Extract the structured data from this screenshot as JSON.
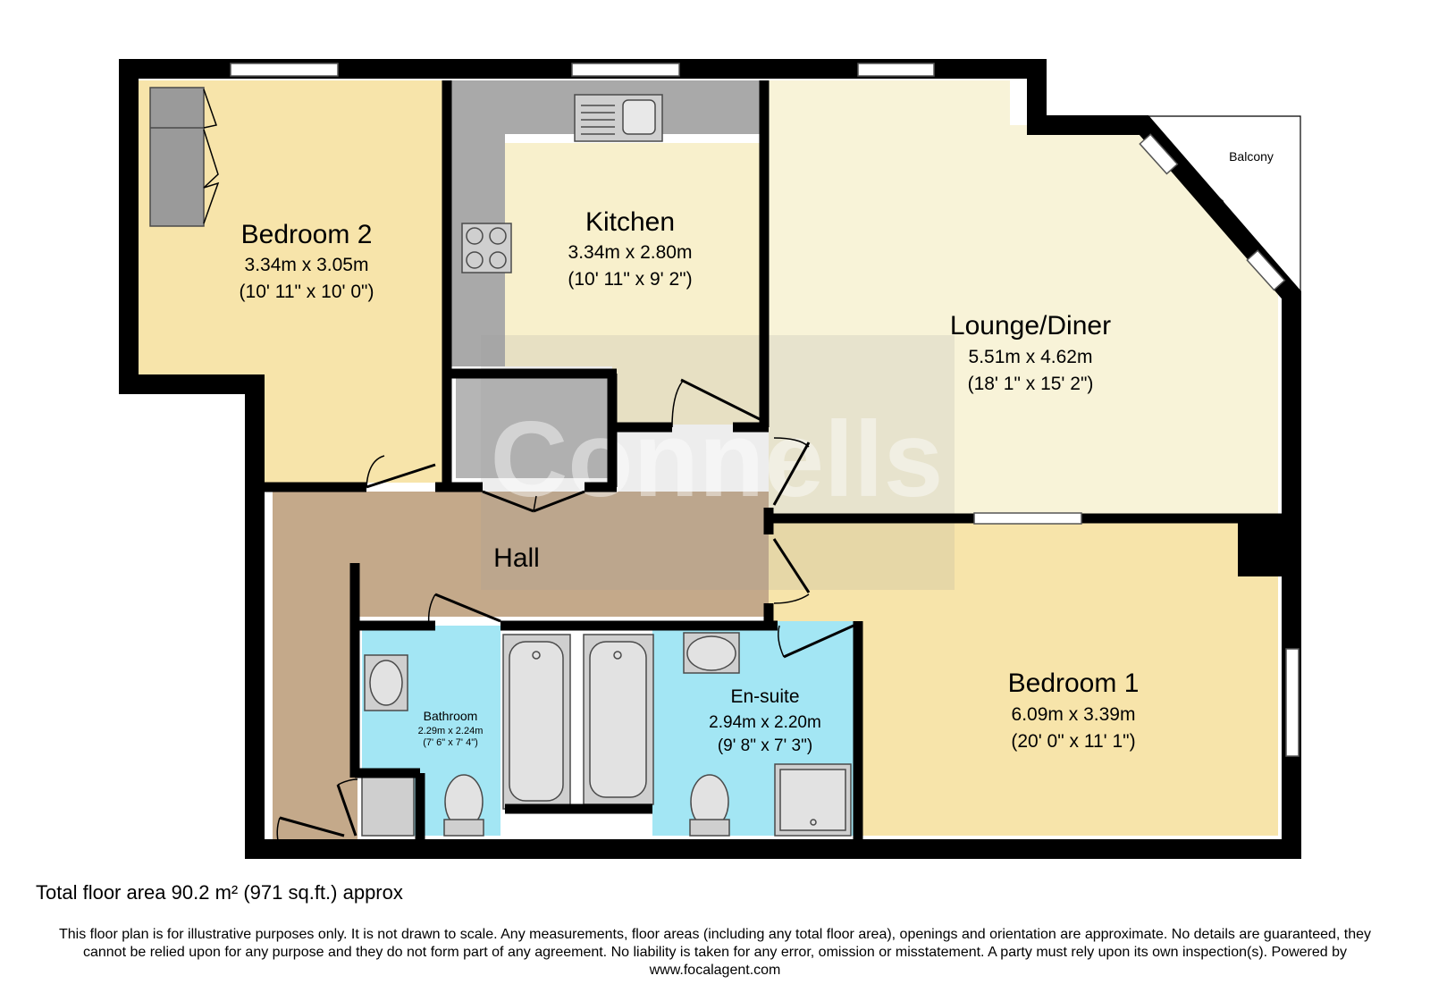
{
  "rooms": {
    "bedroom2": {
      "name": "Bedroom 2",
      "metric": "3.34m x 3.05m",
      "imperial": "(10' 11\" x 10' 0\")"
    },
    "kitchen": {
      "name": "Kitchen",
      "metric": "3.34m x 2.80m",
      "imperial": "(10' 11\" x 9' 2\")"
    },
    "lounge": {
      "name": "Lounge/Diner",
      "metric": "5.51m x 4.62m",
      "imperial": "(18' 1\" x 15' 2\")"
    },
    "hall": {
      "name": "Hall"
    },
    "bathroom": {
      "name": "Bathroom",
      "metric": "2.29m x 2.24m",
      "imperial": "(7' 6\" x 7' 4\")"
    },
    "ensuite": {
      "name": "En-suite",
      "metric": "2.94m x 2.20m",
      "imperial": "(9' 8\" x 7' 3\")"
    },
    "bedroom1": {
      "name": "Bedroom 1",
      "metric": "6.09m x 3.39m",
      "imperial": "(20' 0\" x 11' 1\")"
    },
    "balcony": {
      "name": "Balcony"
    }
  },
  "watermark": "Connells",
  "footer": {
    "total_area": "Total floor area 90.2 m² (971 sq.ft.) approx",
    "disclaimer": "This floor plan is for illustrative purposes only. It is not drawn to scale. Any measurements, floor areas (including any total floor area), openings and orientation are approximate. No details are guaranteed, they cannot be relied upon for any purpose and they do not form part of any agreement. No liability is taken for any error, omission or misstatement. A party must rely upon its own inspection(s). Powered by www.focalagent.com"
  },
  "colors": {
    "bedroom": "#f7e4aa",
    "kitchen": "#f8f0cc",
    "lounge": "#f8f3d8",
    "hall": "#c4a98a",
    "wet_room": "#a3e6f4",
    "worktop": "#a9a9a9",
    "wall": "#000000"
  }
}
